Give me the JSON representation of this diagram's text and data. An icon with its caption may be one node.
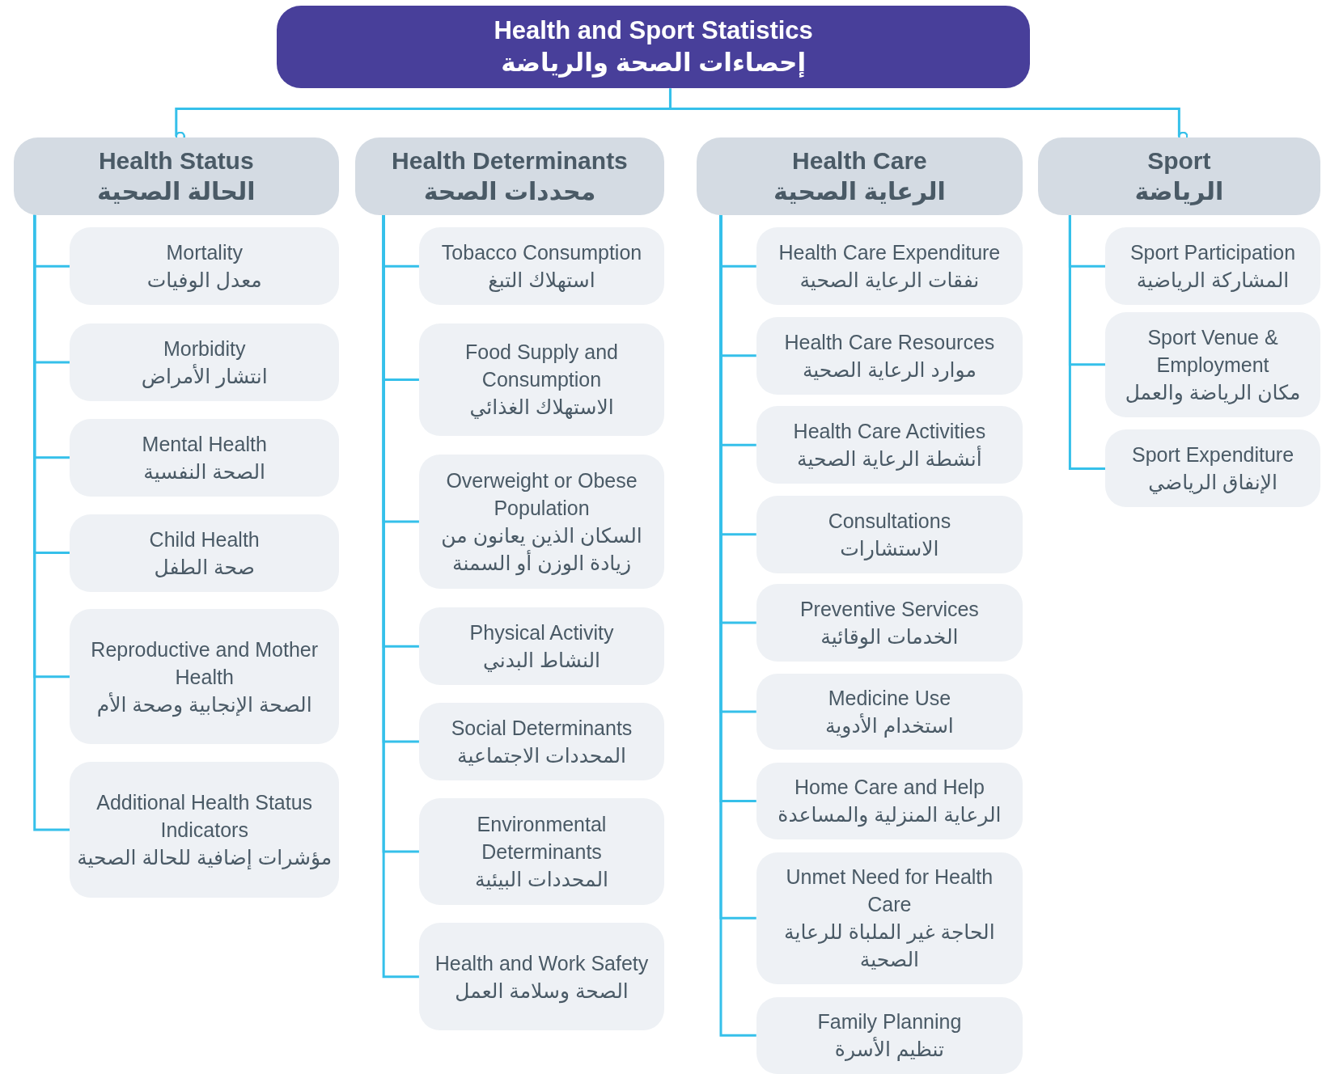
{
  "diagram": {
    "nodes": [
      {
        "text": [
          "Health and Sport Statistics",
          "إحصاءات الصحة والرياضة"
        ]
      },
      {
        "text": [
          "Health Status",
          "الحالة الصحية"
        ]
      },
      {
        "text": [
          "Health Determinants",
          "محددات الصحة"
        ]
      },
      {
        "text": [
          "Health Care",
          "الرعاية الصحية"
        ]
      },
      {
        "text": [
          "Sport",
          "الرياضة"
        ]
      },
      {
        "text": [
          "Mortality",
          "معدل الوفيات"
        ]
      },
      {
        "text": [
          "Morbidity",
          "انتشار الأمراض"
        ]
      },
      {
        "text": [
          "Mental Health",
          "الصحة النفسية"
        ]
      },
      {
        "text": [
          "Child Health",
          "صحة الطفل"
        ]
      },
      {
        "text": [
          "Reproductive and Mother Health",
          "الصحة الإنجابية وصحة الأم"
        ]
      },
      {
        "text": [
          "Additional Health Status Indicators",
          "مؤشرات إضافية للحالة الصحية"
        ]
      },
      {
        "text": [
          "Tobacco Consumption",
          "استهلاك التبغ"
        ]
      },
      {
        "text": [
          "Food Supply and Consumption",
          "الاستهلاك الغذائي"
        ]
      },
      {
        "text": [
          "Overweight or Obese Population",
          "السكان الذين يعانون من زيادة الوزن أو السمنة"
        ]
      },
      {
        "text": [
          "Physical Activity",
          "النشاط البدني"
        ]
      },
      {
        "text": [
          "Social Determinants",
          "المحددات الاجتماعية"
        ]
      },
      {
        "text": [
          "Environmental Determinants",
          "المحددات البيئية"
        ]
      },
      {
        "text": [
          "Health and Work Safety",
          "الصحة وسلامة العمل"
        ]
      },
      {
        "text": [
          "Health Care Expenditure",
          "نفقات الرعاية الصحية"
        ]
      },
      {
        "text": [
          "Health Care Resources",
          "موارد الرعاية الصحية"
        ]
      },
      {
        "text": [
          "Health Care Activities",
          "أنشطة الرعاية الصحية"
        ]
      },
      {
        "text": [
          "Consultations",
          "الاستشارات"
        ]
      },
      {
        "text": [
          "Preventive Services",
          "الخدمات الوقائية"
        ]
      },
      {
        "text": [
          "Medicine Use",
          "استخدام الأدوية"
        ]
      },
      {
        "text": [
          "Home Care and Help",
          "الرعاية المنزلية والمساعدة"
        ]
      },
      {
        "text": [
          "Unmet Need for Health Care",
          "الحاجة غير الملباة للرعاية الصحية"
        ]
      },
      {
        "text": [
          "Family Planning",
          "تنظيم الأسرة"
        ]
      },
      {
        "text": [
          "Sport Participation",
          "المشاركة الرياضية"
        ]
      },
      {
        "text": [
          "Sport Venue & Employment",
          "مكان الرياضة والعمل"
        ]
      },
      {
        "text": [
          "Sport Expenditure",
          "الإنفاق الرياضي"
        ]
      }
    ],
    "edges": [
      {
        "from": 0,
        "to": 1,
        "arrow": "other"
      },
      {
        "from": 0,
        "to": 4,
        "arrow": "other"
      },
      {
        "from": 1,
        "to": 5,
        "arrow": "none"
      },
      {
        "from": 1,
        "to": 6,
        "arrow": "none"
      },
      {
        "from": 1,
        "to": 7,
        "arrow": "none"
      },
      {
        "from": 1,
        "to": 8,
        "arrow": "none"
      },
      {
        "from": 1,
        "to": 9,
        "arrow": "none"
      },
      {
        "from": 1,
        "to": 10,
        "arrow": "none"
      },
      {
        "from": 2,
        "to": 11,
        "arrow": "none"
      },
      {
        "from": 2,
        "to": 12,
        "arrow": "none"
      },
      {
        "from": 2,
        "to": 13,
        "arrow": "none"
      },
      {
        "from": 2,
        "to": 14,
        "arrow": "none"
      },
      {
        "from": 2,
        "to": 15,
        "arrow": "none"
      },
      {
        "from": 2,
        "to": 16,
        "arrow": "none"
      },
      {
        "from": 2,
        "to": 17,
        "arrow": "none"
      },
      {
        "from": 3,
        "to": 18,
        "arrow": "none"
      },
      {
        "from": 3,
        "to": 19,
        "arrow": "none"
      },
      {
        "from": 3,
        "to": 20,
        "arrow": "none"
      },
      {
        "from": 3,
        "to": 21,
        "arrow": "none"
      },
      {
        "from": 3,
        "to": 22,
        "arrow": "none"
      },
      {
        "from": 3,
        "to": 23,
        "arrow": "none"
      },
      {
        "from": 3,
        "to": 24,
        "arrow": "none"
      },
      {
        "from": 3,
        "to": 25,
        "arrow": "none"
      },
      {
        "from": 3,
        "to": 26,
        "arrow": "none"
      },
      {
        "from": 4,
        "to": 27,
        "arrow": "none"
      },
      {
        "from": 4,
        "to": 28,
        "arrow": "none"
      },
      {
        "from": 4,
        "to": 29,
        "arrow": "none"
      }
    ]
  }
}
